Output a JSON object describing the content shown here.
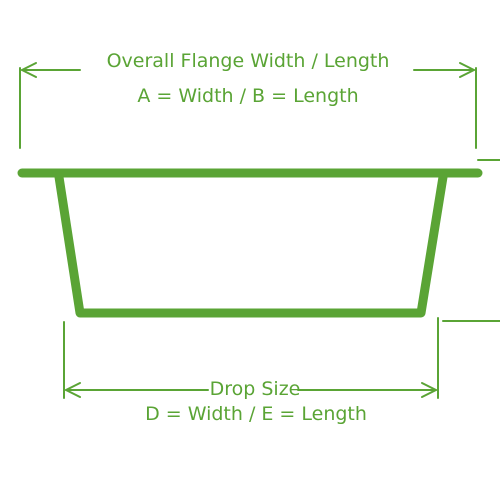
{
  "colors": {
    "accent": "#5aa435",
    "background": "#ffffff"
  },
  "top_dimension": {
    "title": "Overall Flange Width / Length",
    "subtitle": "A = Width / B = Length"
  },
  "bottom_dimension": {
    "title": "Drop Size",
    "subtitle": "D = Width / E = Length"
  }
}
